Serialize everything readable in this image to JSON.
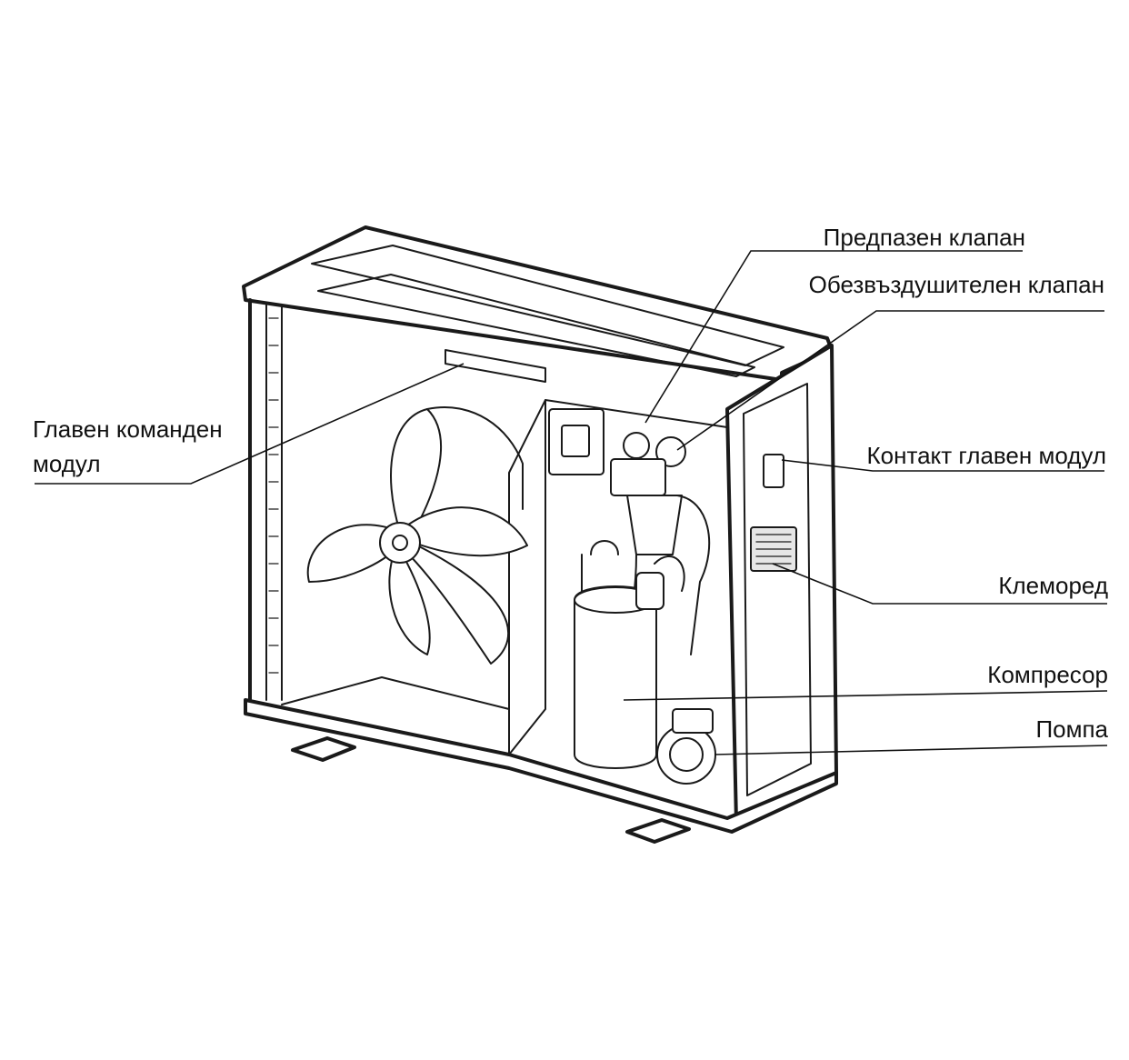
{
  "labels": {
    "safety_valve": "Предпазен клапан",
    "air_vent_valve": "Обезвъздушителен клапан",
    "main_control_module_line1": "Главен команден",
    "main_control_module_line2": "модул",
    "main_module_contact": "Контакт главен модул",
    "terminal_block": "Клеморед",
    "compressor": "Компресор",
    "pump": "Помпа"
  },
  "colors": {
    "ink": "#1a1a1a",
    "background": "#ffffff",
    "panel_shade": "#e6e6e6"
  }
}
